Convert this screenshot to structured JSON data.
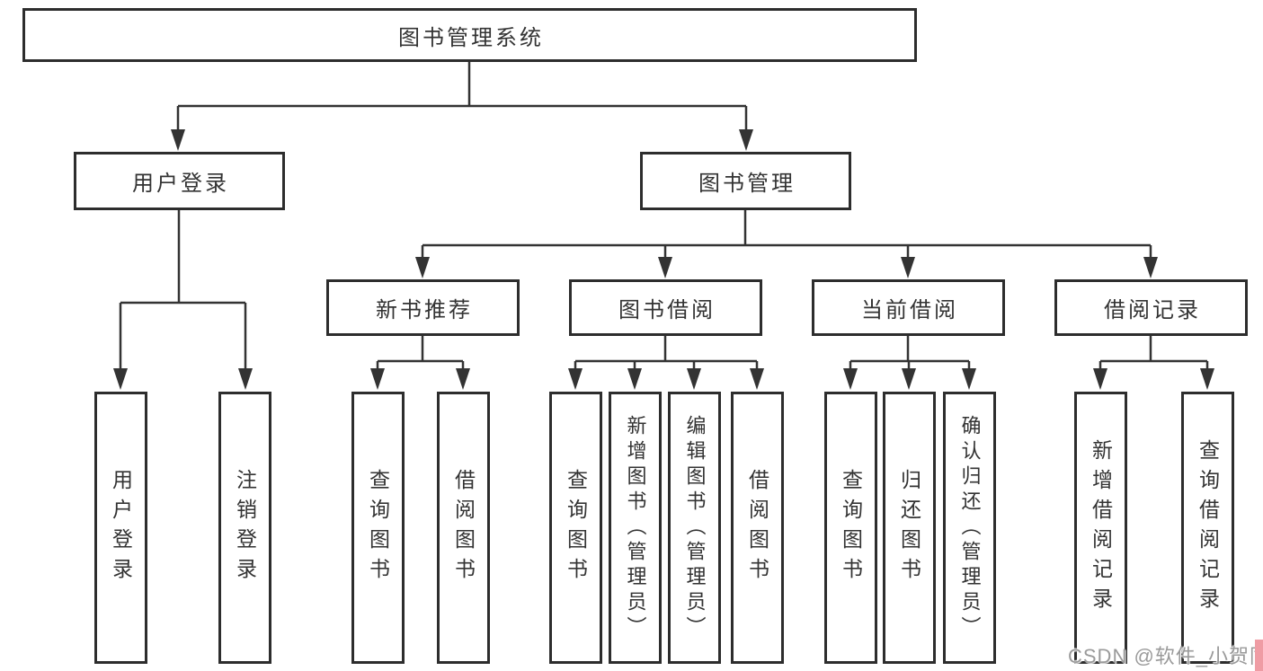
{
  "diagram": {
    "root": "图书管理系统",
    "level1": {
      "user_login": "用户登录",
      "book_management": "图书管理"
    },
    "level2": {
      "new_book_recommend": "新书推荐",
      "book_borrowing": "图书借阅",
      "current_borrowing": "当前借阅",
      "borrow_records": "借阅记录"
    },
    "leaves": {
      "user_login": "用户登录",
      "logout": "注销登录",
      "recommend_query_books": "查询图书",
      "recommend_borrow_books": "借阅图书",
      "borrowing_query_books": "查询图书",
      "borrowing_add_books_admin": "新增图书（管理员）",
      "borrowing_edit_books_admin": "编辑图书（管理员）",
      "borrowing_borrow_books": "借阅图书",
      "current_query_books": "查询图书",
      "current_return_books": "归还图书",
      "current_confirm_return_admin": "确认归还（管理员）",
      "records_add_record": "新增借阅记录",
      "records_query_record": "查询借阅记录"
    }
  },
  "watermark": {
    "text": "CSDN @软件_小贺同学"
  },
  "colors": {
    "line": "#333333",
    "box_border": "#2d2d2d",
    "text": "#333333",
    "watermark_text": "#9a9a9a",
    "corner_accent": "#ef9ca4"
  }
}
